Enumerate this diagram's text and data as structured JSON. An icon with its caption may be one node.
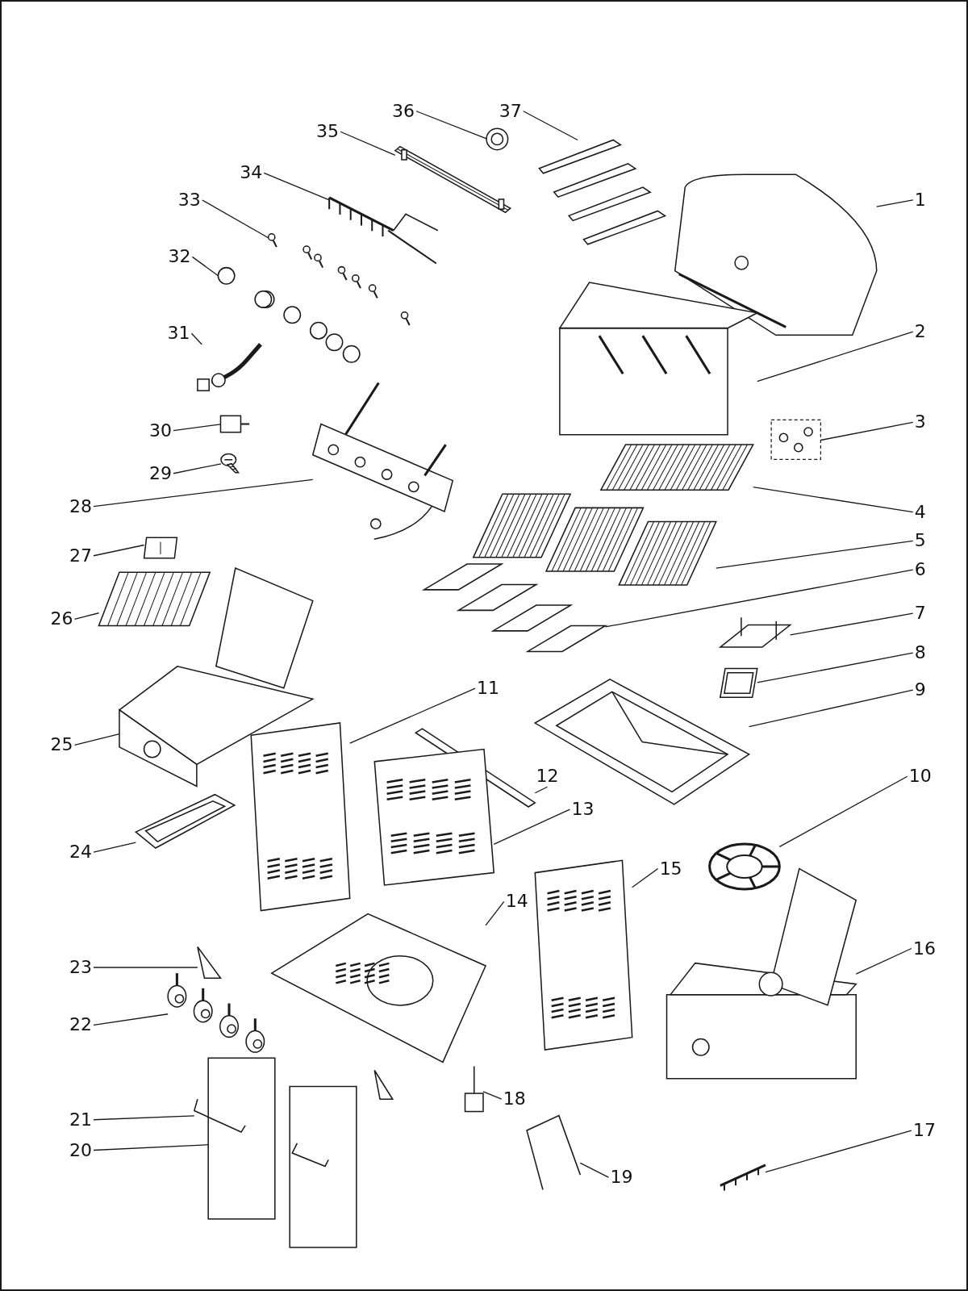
{
  "diagram": {
    "nodes": [
      {
        "text": [
          "1"
        ]
      },
      {
        "text": [
          "2"
        ]
      },
      {
        "text": [
          "3"
        ]
      },
      {
        "text": [
          "4"
        ]
      },
      {
        "text": [
          "5"
        ]
      },
      {
        "text": [
          "6"
        ]
      },
      {
        "text": [
          "7"
        ]
      },
      {
        "text": [
          "8"
        ]
      },
      {
        "text": [
          "9"
        ]
      },
      {
        "text": [
          "10"
        ]
      },
      {
        "text": [
          "11"
        ]
      },
      {
        "text": [
          "12"
        ]
      },
      {
        "text": [
          "13"
        ]
      },
      {
        "text": [
          "14"
        ]
      },
      {
        "text": [
          "15"
        ]
      },
      {
        "text": [
          "16"
        ]
      },
      {
        "text": [
          "17"
        ]
      },
      {
        "text": [
          "18"
        ]
      },
      {
        "text": [
          "19"
        ]
      },
      {
        "text": [
          "20"
        ]
      },
      {
        "text": [
          "21"
        ]
      },
      {
        "text": [
          "22"
        ]
      },
      {
        "text": [
          "23"
        ]
      },
      {
        "text": [
          "24"
        ]
      },
      {
        "text": [
          "25"
        ]
      },
      {
        "text": [
          "26"
        ]
      },
      {
        "text": [
          "27"
        ]
      },
      {
        "text": [
          "28"
        ]
      },
      {
        "text": [
          "29"
        ]
      },
      {
        "text": [
          "30"
        ]
      },
      {
        "text": [
          "31"
        ]
      },
      {
        "text": [
          "32"
        ]
      },
      {
        "text": [
          "33"
        ]
      },
      {
        "text": [
          "34"
        ]
      },
      {
        "text": [
          "35"
        ]
      },
      {
        "text": [
          "36"
        ]
      },
      {
        "text": [
          "37"
        ]
      },
      {
        "text": [],
        "shape": "picture"
      },
      {
        "text": [],
        "shape": "picture"
      },
      {
        "text": [],
        "shape": "picture"
      },
      {
        "text": [],
        "shape": "picture"
      },
      {
        "text": [],
        "shape": "picture"
      },
      {
        "text": [],
        "shape": "picture"
      },
      {
        "text": [],
        "shape": "picture"
      },
      {
        "text": [],
        "shape": "picture"
      },
      {
        "text": [],
        "shape": "picture"
      },
      {
        "text": [],
        "shape": "picture"
      },
      {
        "text": [],
        "shape": "picture"
      },
      {
        "text": [],
        "shape": "picture"
      },
      {
        "text": [],
        "shape": "picture"
      },
      {
        "text": [],
        "shape": "picture"
      },
      {
        "text": [],
        "shape": "picture"
      },
      {
        "text": [],
        "shape": "picture"
      },
      {
        "text": [],
        "shape": "picture"
      },
      {
        "text": [],
        "shape": "picture"
      },
      {
        "text": [],
        "shape": "picture"
      },
      {
        "text": [],
        "shape": "picture"
      },
      {
        "text": [],
        "shape": "picture"
      },
      {
        "text": [],
        "shape": "picture"
      },
      {
        "text": [],
        "shape": "picture"
      },
      {
        "text": [],
        "shape": "picture"
      },
      {
        "text": [],
        "shape": "picture"
      },
      {
        "text": [],
        "shape": "picture"
      },
      {
        "text": [],
        "shape": "picture"
      },
      {
        "text": [],
        "shape": "picture"
      },
      {
        "text": [],
        "shape": "picture"
      },
      {
        "text": [],
        "shape": "picture"
      },
      {
        "text": [],
        "shape": "picture"
      },
      {
        "text": [],
        "shape": "picture"
      },
      {
        "text": [],
        "shape": "picture"
      },
      {
        "text": [],
        "shape": "picture"
      },
      {
        "text": [],
        "shape": "picture"
      },
      {
        "text": [],
        "shape": "picture"
      },
      {
        "text": [],
        "shape": "picture"
      }
    ],
    "edges": [
      {
        "from": 0,
        "to": 37,
        "arrow": "none"
      },
      {
        "from": 1,
        "to": 38,
        "arrow": "none"
      },
      {
        "from": 2,
        "to": 39,
        "arrow": "none"
      },
      {
        "from": 3,
        "to": 40,
        "arrow": "none"
      },
      {
        "from": 4,
        "to": 41,
        "arrow": "none"
      },
      {
        "from": 5,
        "to": 42,
        "arrow": "none"
      },
      {
        "from": 6,
        "to": 43,
        "arrow": "none"
      },
      {
        "from": 7,
        "to": 44,
        "arrow": "none"
      },
      {
        "from": 8,
        "to": 45,
        "arrow": "none"
      },
      {
        "from": 9,
        "to": 46,
        "arrow": "none"
      },
      {
        "from": 10,
        "to": 47,
        "arrow": "none"
      },
      {
        "from": 11,
        "to": 48,
        "arrow": "none"
      },
      {
        "from": 12,
        "to": 49,
        "arrow": "none"
      },
      {
        "from": 13,
        "to": 50,
        "arrow": "none"
      },
      {
        "from": 14,
        "to": 51,
        "arrow": "none"
      },
      {
        "from": 15,
        "to": 52,
        "arrow": "none"
      },
      {
        "from": 16,
        "to": 53,
        "arrow": "none"
      },
      {
        "from": 17,
        "to": 54,
        "arrow": "none"
      },
      {
        "from": 18,
        "to": 55,
        "arrow": "none"
      },
      {
        "from": 19,
        "to": 56,
        "arrow": "none"
      },
      {
        "from": 20,
        "to": 57,
        "arrow": "none"
      },
      {
        "from": 21,
        "to": 58,
        "arrow": "none"
      },
      {
        "from": 22,
        "to": 59,
        "arrow": "none"
      },
      {
        "from": 23,
        "to": 60,
        "arrow": "none"
      },
      {
        "from": 24,
        "to": 61,
        "arrow": "none"
      },
      {
        "from": 25,
        "to": 62,
        "arrow": "none"
      },
      {
        "from": 26,
        "to": 63,
        "arrow": "none"
      },
      {
        "from": 27,
        "to": 64,
        "arrow": "none"
      },
      {
        "from": 28,
        "to": 65,
        "arrow": "none"
      },
      {
        "from": 29,
        "to": 66,
        "arrow": "none"
      },
      {
        "from": 30,
        "to": 67,
        "arrow": "none"
      },
      {
        "from": 31,
        "to": 68,
        "arrow": "none"
      },
      {
        "from": 32,
        "to": 69,
        "arrow": "none"
      },
      {
        "from": 33,
        "to": 70,
        "arrow": "none"
      },
      {
        "from": 34,
        "to": 71,
        "arrow": "none"
      },
      {
        "from": 35,
        "to": 72,
        "arrow": "none"
      },
      {
        "from": 36,
        "to": 73,
        "arrow": "none"
      }
    ]
  }
}
